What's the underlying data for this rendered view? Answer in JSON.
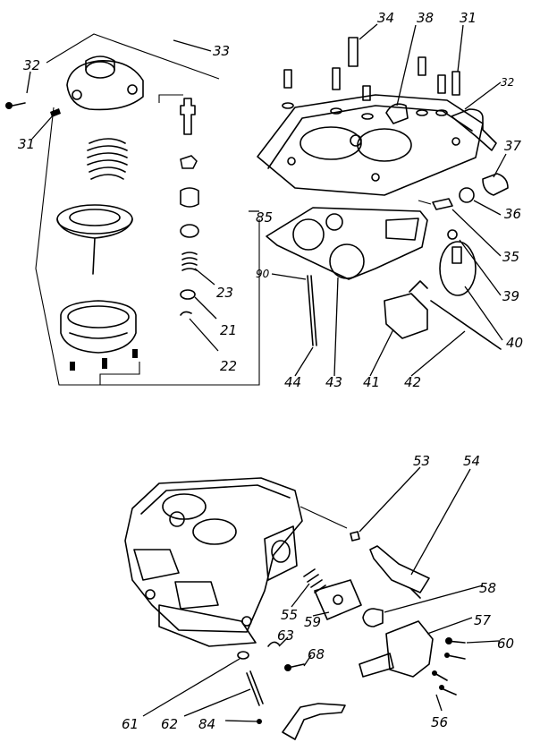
{
  "diagram": {
    "background": "#ffffff",
    "ink": "#000000",
    "callouts": [
      {
        "id": "c33",
        "text": "33"
      },
      {
        "id": "c32a",
        "text": "32"
      },
      {
        "id": "c31a",
        "text": "31"
      },
      {
        "id": "c34",
        "text": "34"
      },
      {
        "id": "c38",
        "text": "38"
      },
      {
        "id": "c31b",
        "text": "31"
      },
      {
        "id": "c32b",
        "text": "32"
      },
      {
        "id": "c37",
        "text": "37"
      },
      {
        "id": "c36",
        "text": "36"
      },
      {
        "id": "c35",
        "text": "35"
      },
      {
        "id": "c39",
        "text": "39"
      },
      {
        "id": "c40",
        "text": "40"
      },
      {
        "id": "c85",
        "text": "85"
      },
      {
        "id": "c90",
        "text": "90"
      },
      {
        "id": "c23",
        "text": "23"
      },
      {
        "id": "c21",
        "text": "21"
      },
      {
        "id": "c22",
        "text": "22"
      },
      {
        "id": "c44",
        "text": "44"
      },
      {
        "id": "c43",
        "text": "43"
      },
      {
        "id": "c41",
        "text": "41"
      },
      {
        "id": "c42",
        "text": "42"
      },
      {
        "id": "c53",
        "text": "53"
      },
      {
        "id": "c54",
        "text": "54"
      },
      {
        "id": "c58",
        "text": "58"
      },
      {
        "id": "c57",
        "text": "57"
      },
      {
        "id": "c60",
        "text": "60"
      },
      {
        "id": "c55",
        "text": "55"
      },
      {
        "id": "c59",
        "text": "59"
      },
      {
        "id": "c63",
        "text": "63"
      },
      {
        "id": "c68",
        "text": "68"
      },
      {
        "id": "c61",
        "text": "61"
      },
      {
        "id": "c62",
        "text": "62"
      },
      {
        "id": "c84",
        "text": "84"
      },
      {
        "id": "c56",
        "text": "56"
      }
    ]
  }
}
